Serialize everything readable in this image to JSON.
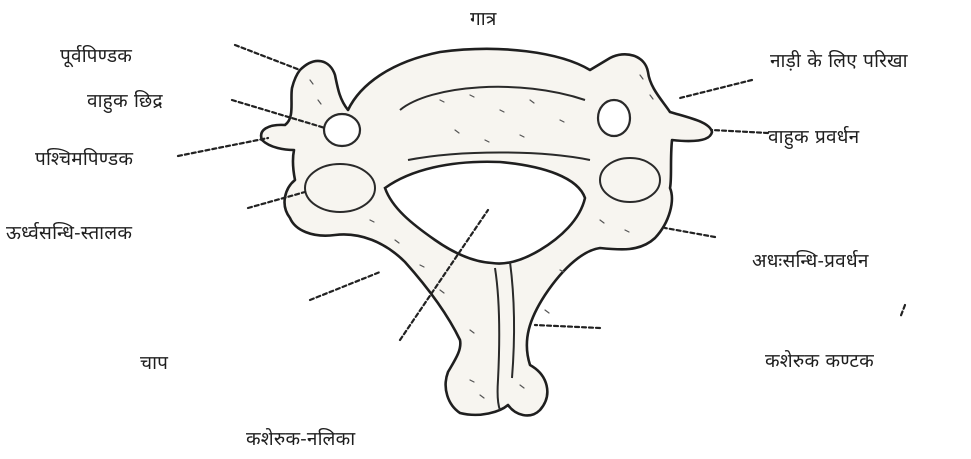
{
  "figure": {
    "labels": {
      "body": "गात्र",
      "anterior_tubercle": "पूर्वपिण्डक",
      "transverse_foramen": "वाहुक छिद्र",
      "posterior_tubercle": "पश्चिमपिण्डक",
      "superior_articular_process": "ऊर्ध्वसन्धि-स्तालक",
      "arch": "चाप",
      "vertebral_canal": "कशेरुक-नलिका",
      "groove_for_nerve": "नाड़ी के लिए परिखा",
      "transverse_process": "वाहुक प्रवर्धन",
      "inferior_articular_process": "अधःसन्धि-प्रवर्धन",
      "spinous_process": "कशेरुक कण्टक"
    }
  }
}
